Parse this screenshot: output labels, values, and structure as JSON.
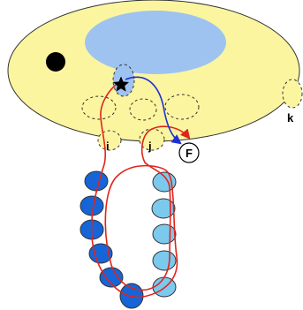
{
  "labels": {
    "i": "i",
    "j": "j",
    "k": "k",
    "f": "F"
  },
  "colors": {
    "outer_body": "#fbf5a0",
    "outline": "#333333",
    "inner_region": "#9ec3f0",
    "dark_blue_chain": "#1565d8",
    "light_blue_chain": "#7cc9ee",
    "red_path": "#e0241c",
    "blue_path": "#1f2fd6",
    "star": "#000000",
    "dot": "#000000",
    "f_node_fill": "#ffffff"
  },
  "icons": {
    "star": "star-icon",
    "dot": "black-dot"
  }
}
